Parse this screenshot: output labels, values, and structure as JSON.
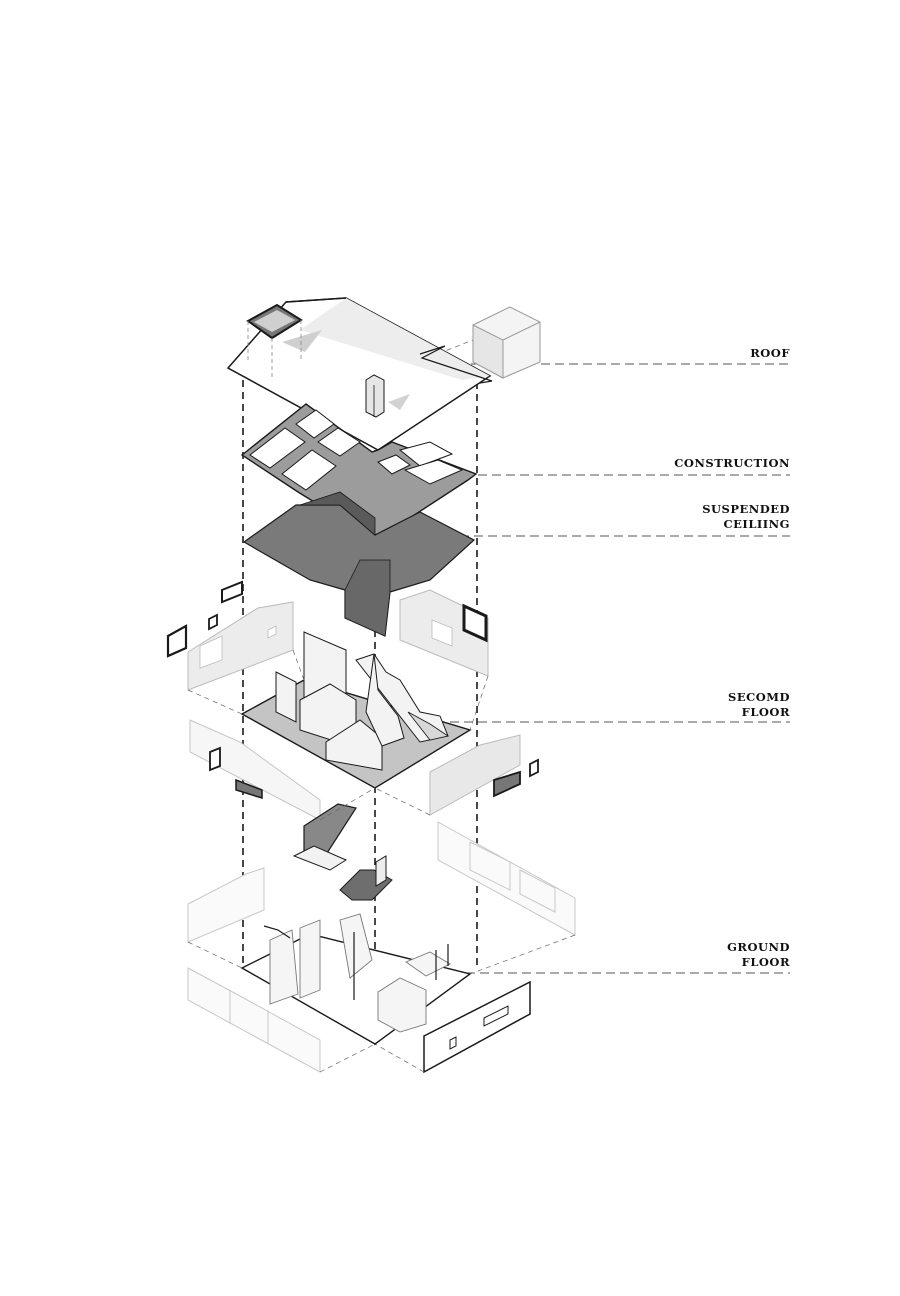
{
  "diagram": {
    "layers": [
      {
        "id": "roof",
        "label": "ROOF"
      },
      {
        "id": "construction",
        "label": "CONSTRUCTION"
      },
      {
        "id": "suspended-ceiling",
        "label": "SUSPENDED\nCEILIING"
      },
      {
        "id": "second-floor",
        "label": "SECOMD\nFLOOR"
      },
      {
        "id": "ground-floor",
        "label": "GROUND\nFLOOR"
      }
    ]
  },
  "colors": {
    "line": "#1a1a1a",
    "light_line": "#bdbdbd",
    "dark_fill": "#6e6e6e",
    "mid_fill": "#a9a9a9",
    "light_fill": "#dcdcdc",
    "background": "#ffffff"
  }
}
